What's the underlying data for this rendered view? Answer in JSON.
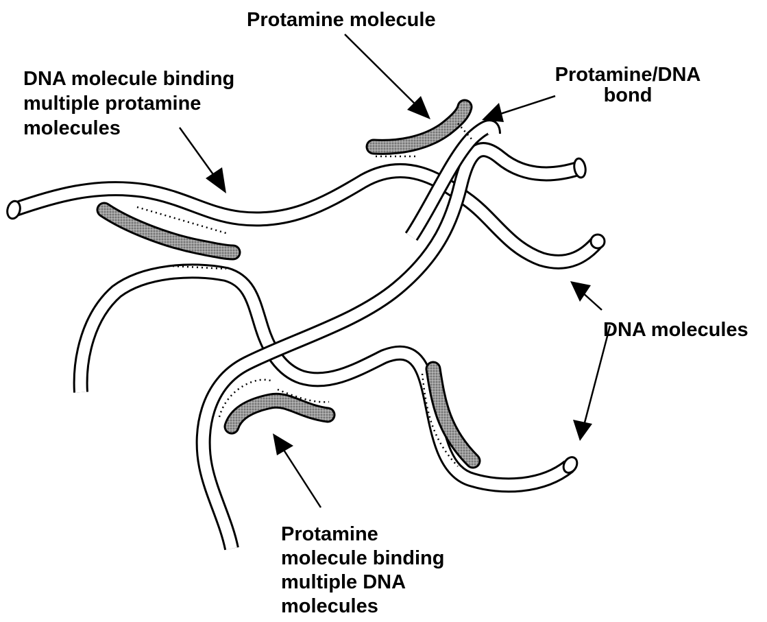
{
  "labels": {
    "protamine_molecule": "Protamine molecule",
    "dna_multi_line1": "DNA molecule binding",
    "dna_multi_line2": "multiple protamine",
    "dna_multi_line3": "molecules",
    "bond_line1": "Protamine/DNA",
    "bond_line2": "bond",
    "dna_molecules": "DNA molecules",
    "prot_multi_line1": "Protamine",
    "prot_multi_line2": "molecule binding",
    "prot_multi_line3": "multiple DNA",
    "prot_multi_line4": "molecules"
  },
  "colors": {
    "dna_tube_fill": "#ffffff",
    "dna_tube_outline": "#000000",
    "protamine_fill": "#8f8f8f",
    "protamine_outline": "#000000",
    "background": "#ffffff"
  }
}
